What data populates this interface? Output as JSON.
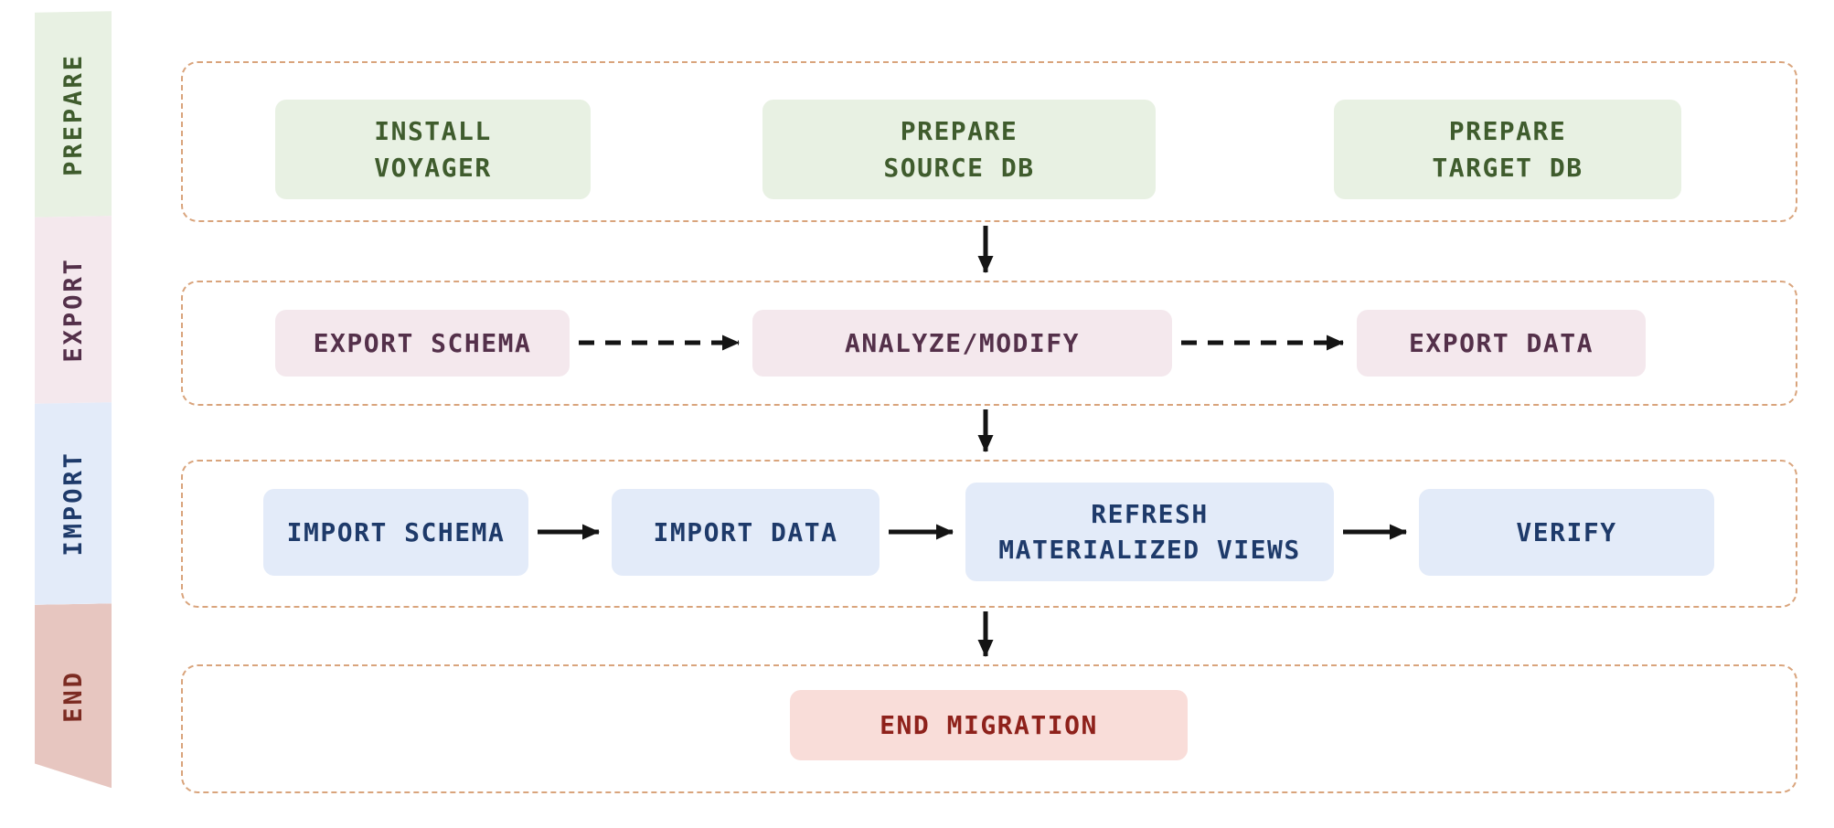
{
  "diagram": {
    "name": "database-migration-workflow",
    "ribbon": [
      {
        "id": "prepare",
        "label": "PREPARE"
      },
      {
        "id": "export",
        "label": "EXPORT"
      },
      {
        "id": "import",
        "label": "IMPORT"
      },
      {
        "id": "end",
        "label": "END"
      }
    ],
    "lanes": [
      {
        "id": "prepare",
        "nodes": [
          {
            "id": "install-voyager",
            "label": "INSTALL\nVOYAGER"
          },
          {
            "id": "prepare-source-db",
            "label": "PREPARE\nSOURCE DB"
          },
          {
            "id": "prepare-target-db",
            "label": "PREPARE\nTARGET DB"
          }
        ]
      },
      {
        "id": "export",
        "nodes": [
          {
            "id": "export-schema",
            "label": "EXPORT SCHEMA"
          },
          {
            "id": "analyze-modify",
            "label": "ANALYZE/MODIFY"
          },
          {
            "id": "export-data",
            "label": "EXPORT DATA"
          }
        ]
      },
      {
        "id": "import",
        "nodes": [
          {
            "id": "import-schema",
            "label": "IMPORT SCHEMA"
          },
          {
            "id": "import-data",
            "label": "IMPORT DATA"
          },
          {
            "id": "refresh-materialized-views",
            "label": "REFRESH\nMATERIALIZED VIEWS"
          },
          {
            "id": "verify",
            "label": "VERIFY"
          }
        ]
      },
      {
        "id": "end",
        "nodes": [
          {
            "id": "end-migration",
            "label": "END MIGRATION"
          }
        ]
      }
    ],
    "edges": [
      {
        "from": "export-schema",
        "to": "analyze-modify",
        "style": "dashed",
        "direction": "right"
      },
      {
        "from": "analyze-modify",
        "to": "export-data",
        "style": "dashed",
        "direction": "right"
      },
      {
        "from": "prepare-source-db",
        "to": "analyze-modify",
        "style": "solid",
        "direction": "down"
      },
      {
        "from": "analyze-modify",
        "to": "refresh-materialized-views",
        "style": "solid",
        "direction": "down"
      },
      {
        "from": "import-schema",
        "to": "import-data",
        "style": "solid",
        "direction": "right"
      },
      {
        "from": "import-data",
        "to": "refresh-materialized-views",
        "style": "solid",
        "direction": "right"
      },
      {
        "from": "refresh-materialized-views",
        "to": "verify",
        "style": "solid",
        "direction": "right"
      },
      {
        "from": "refresh-materialized-views",
        "to": "end-migration",
        "style": "solid",
        "direction": "down"
      }
    ],
    "colors": {
      "lane_border": "#d9a47c",
      "arrow": "#141414",
      "prepare_fill": "#e8f1e3",
      "prepare_text": "#3f5c2d",
      "export_fill": "#f4e8ed",
      "export_text": "#54304a",
      "import_fill": "#e3ebf9",
      "import_text": "#1e3a6a",
      "end_node_fill": "#f9ddd9",
      "end_node_text": "#8e211b",
      "end_ribbon_fill": "#e7c6c0",
      "end_ribbon_text": "#7c2b22"
    }
  }
}
